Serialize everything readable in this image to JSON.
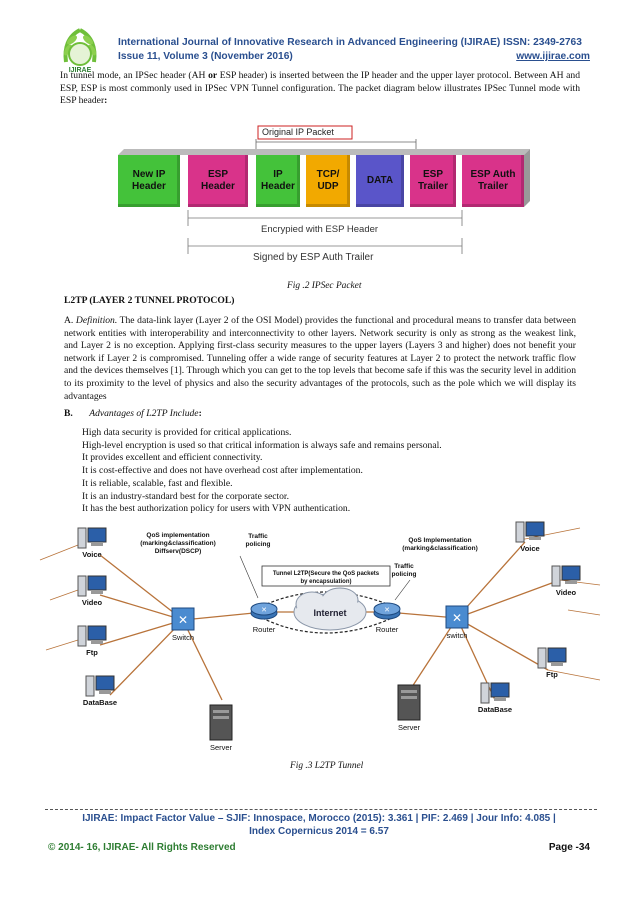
{
  "header": {
    "journal_title": "International Journal of Innovative Research in Advanced Engineering (IJIRAE)",
    "issn": "ISSN: 2349-2763",
    "issue": "Issue 11, Volume 3 (November 2016)",
    "website": "www.ijirae.com",
    "logo_text": "IJIRAE"
  },
  "intro_paragraph_parts": {
    "p1": "In tunnel mode, an IPSec header (AH ",
    "or": "or",
    "p2": " ESP header) is inserted between the IP header and the upper layer protocol. Between AH and ESP, ESP is most commonly used in IPSec VPN Tunnel configuration. The packet diagram below illustrates IPSec Tunnel mode with ESP header",
    "colon": ":"
  },
  "fig2": {
    "original_label": "Original IP Packet",
    "boxes": [
      {
        "line1": "New IP",
        "line2": "Header",
        "color": "#44c23a"
      },
      {
        "line1": "ESP",
        "line2": "Header",
        "color": "#d9338a"
      },
      {
        "line1": "IP",
        "line2": "Header",
        "color": "#44c23a"
      },
      {
        "line1": "TCP/",
        "line2": "UDP",
        "color": "#f2a900"
      },
      {
        "line1": "DATA",
        "line2": "",
        "color": "#5a55c9"
      },
      {
        "line1": "ESP",
        "line2": "Trailer",
        "color": "#d9338a"
      },
      {
        "line1": "ESP Auth",
        "line2": "Trailer",
        "color": "#d9338a"
      }
    ],
    "encrypted_label": "Encrypied with ESP Header",
    "signed_label": "Signed by ESP Auth Trailer",
    "caption": "Fig .2 IPSec Packet"
  },
  "section_title": "L2TP (LAYER 2 TUNNEL PROTOCOL)",
  "definition": {
    "marker": "A.",
    "label": "Definition.",
    "text": " The data-link layer (Layer 2 of the OSI Model) provides the functional and procedural means to transfer data between network entities with interoperability and interconnectivity to other layers. Network security is only as strong as the weakest link, and Layer 2 is no exception. Applying first-class security measures to the upper layers (Layers 3 and higher) does not benefit your network if Layer 2 is compromised. Tunneling offer a wide range of security features at Layer 2 to protect the network traffic flow and the devices themselves [1]. Through which you can get to the top levels that become safe if this was the security level in addition to its proximity to the level of physics and also the security advantages of the protocols, such as the pole which we will display its advantages"
  },
  "advantages": {
    "marker": "B.",
    "label": "Advantages of L2TP Include",
    "colon": ":",
    "items": [
      "High data security is provided for critical applications.",
      "High-level encryption is used so that critical information is always safe and remains personal.",
      "It provides excellent and efficient connectivity.",
      "It is cost-effective and does not have overhead cost after implementation.",
      "It is reliable, scalable, fast and flexible.",
      "It is an industry-standard best for the corporate sector.",
      "It has the best authorization policy for users with VPN authentication."
    ]
  },
  "fig3": {
    "left_qos": [
      "QoS implementation",
      "(marking&classification)",
      "Diffserv(DSCP)"
    ],
    "left_policing": [
      "Traffic",
      "policing"
    ],
    "tunnel_label": [
      "Tunnel L2TP(Secure the QoS packets",
      "by encapsulation)"
    ],
    "right_qos": [
      "QoS Implementation",
      "(marking&classification)"
    ],
    "right_policing": [
      "Traffic",
      "policing"
    ],
    "internet": "Internet",
    "left_router": "Router",
    "right_router": "Router",
    "left_switch": "Switch",
    "right_switch": "switch",
    "left_nodes": [
      "Voice",
      "Video",
      "Ftp",
      "DataBase"
    ],
    "right_nodes": [
      "Voice",
      "Video",
      "Ftp",
      "DataBase"
    ],
    "left_server": "Server",
    "right_server": "Server",
    "caption": "Fig .3 L2TP Tunnel"
  },
  "footer": {
    "line1": "IJIRAE: Impact Factor Value – SJIF: Innospace, Morocco (2015): 3.361 | PIF: 2.469 | Jour Info: 4.085 |",
    "line2": "Index Copernicus 2014 = 6.57",
    "copyright": "© 2014- 16, IJIRAE- All Rights Reserved",
    "page": "Page -34"
  }
}
